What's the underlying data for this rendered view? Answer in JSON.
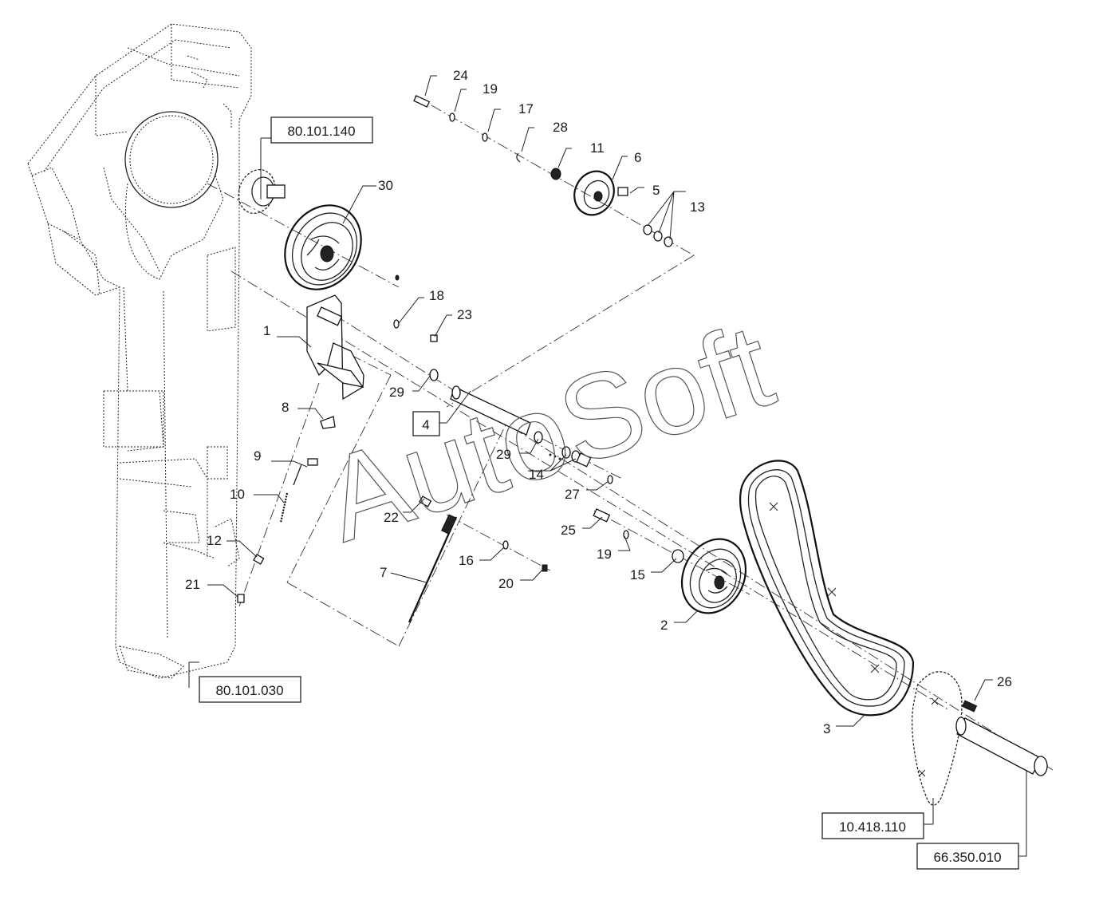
{
  "watermark": "AutoSoft",
  "reference_boxes": {
    "ref_80_101_140": "80.101.140",
    "ref_80_101_030": "80.101.030",
    "ref_10_418_110": "10.418.110",
    "ref_66_350_010": "66.350.010",
    "boxed_4": "4"
  },
  "callouts": {
    "c1": "1",
    "c2": "2",
    "c3": "3",
    "c5": "5",
    "c6": "6",
    "c7": "7",
    "c8": "8",
    "c9": "9",
    "c10": "10",
    "c11": "11",
    "c12": "12",
    "c13": "13",
    "c14": "14",
    "c15": "15",
    "c16": "16",
    "c17": "17",
    "c18": "18",
    "c19a": "19",
    "c19b": "19",
    "c20": "20",
    "c21": "21",
    "c22": "22",
    "c23": "23",
    "c24": "24",
    "c25": "25",
    "c26": "26",
    "c27": "27",
    "c28": "28",
    "c29a": "29",
    "c29b": "29",
    "c30": "30"
  }
}
